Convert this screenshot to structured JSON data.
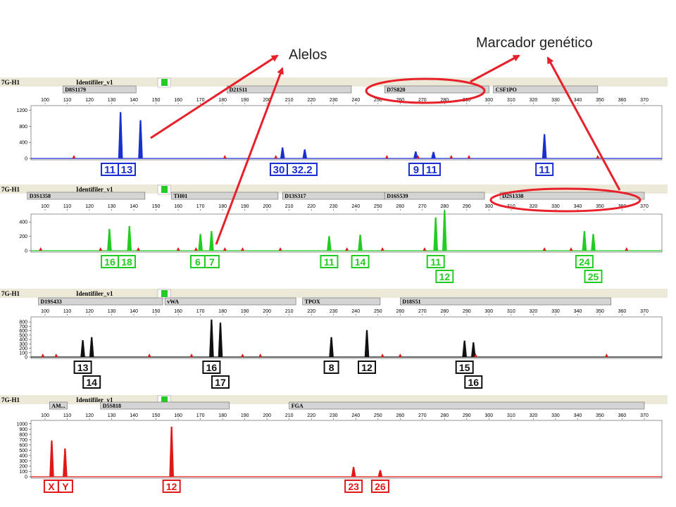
{
  "annotations": {
    "alleles_label": "Alelos",
    "marker_label": "Marcador genético",
    "arrow_color": "#e8202a"
  },
  "colors": {
    "blue": "#1a2fd0",
    "green": "#22cc22",
    "black": "#111111",
    "red": "#e01818",
    "header_band": "#ece9d8",
    "marker_box": "#d4d4d4",
    "status_square": "#22cc22"
  },
  "x_ticks": [
    100,
    110,
    120,
    130,
    140,
    150,
    160,
    170,
    180,
    190,
    200,
    210,
    220,
    230,
    240,
    250,
    260,
    270,
    280,
    290,
    300,
    310,
    320,
    330,
    340,
    350,
    360,
    370
  ],
  "chart_data": [
    {
      "type": "line",
      "panel_label": "7G-H1",
      "kit": "Identifiler_v1",
      "color": "blue",
      "xlim": [
        95,
        375
      ],
      "ylim": [
        0,
        1300
      ],
      "y_ticks": [
        0,
        400,
        800,
        1200
      ],
      "markers": [
        {
          "name": "D8S1179",
          "range": [
            108,
            141
          ]
        },
        {
          "name": "D21S11",
          "range": [
            182,
            238
          ]
        },
        {
          "name": "D7S820",
          "range": [
            253,
            300
          ]
        },
        {
          "name": "CSF1PO",
          "range": [
            302,
            349
          ]
        }
      ],
      "peaks": [
        {
          "x": 134,
          "y": 1150
        },
        {
          "x": 143,
          "y": 950
        },
        {
          "x": 207,
          "y": 270
        },
        {
          "x": 217,
          "y": 220
        },
        {
          "x": 267,
          "y": 170
        },
        {
          "x": 275,
          "y": 160
        },
        {
          "x": 325,
          "y": 600
        }
      ],
      "artifacts": [
        113,
        181,
        204,
        254,
        268,
        283,
        291,
        349
      ],
      "allele_groups": [
        {
          "x": 133,
          "row": 1,
          "labels": [
            "11",
            "13"
          ]
        },
        {
          "x": 212,
          "row": 1,
          "labels": [
            "30",
            "32.2"
          ]
        },
        {
          "x": 271,
          "row": 1,
          "labels": [
            "9",
            "11"
          ]
        },
        {
          "x": 325,
          "row": 1,
          "labels": [
            "11"
          ]
        }
      ]
    },
    {
      "type": "line",
      "panel_label": "7G-H1",
      "kit": "Identifiler_v1",
      "color": "green",
      "xlim": [
        95,
        375
      ],
      "ylim": [
        0,
        500
      ],
      "y_ticks": [
        0,
        200,
        400
      ],
      "markers": [
        {
          "name": "D3S1358",
          "range": [
            92,
            145
          ]
        },
        {
          "name": "TH01",
          "range": [
            157,
            205
          ]
        },
        {
          "name": "D13S317",
          "range": [
            207,
            253
          ]
        },
        {
          "name": "D16S539",
          "range": [
            253,
            298
          ]
        },
        {
          "name": "D2S1338",
          "range": [
            305,
            370
          ]
        }
      ],
      "peaks": [
        {
          "x": 129,
          "y": 300
        },
        {
          "x": 138,
          "y": 340
        },
        {
          "x": 170,
          "y": 230
        },
        {
          "x": 175,
          "y": 270
        },
        {
          "x": 228,
          "y": 200
        },
        {
          "x": 242,
          "y": 220
        },
        {
          "x": 276,
          "y": 460
        },
        {
          "x": 280,
          "y": 560
        },
        {
          "x": 343,
          "y": 270
        },
        {
          "x": 347,
          "y": 230
        }
      ],
      "artifacts": [
        98,
        125,
        142,
        160,
        168,
        181,
        189,
        206,
        236,
        252,
        271,
        325,
        337,
        362
      ],
      "allele_groups": [
        {
          "x": 133,
          "row": 1,
          "labels": [
            "16",
            "18"
          ]
        },
        {
          "x": 172,
          "row": 1,
          "labels": [
            "6",
            "7"
          ]
        },
        {
          "x": 228,
          "row": 1,
          "labels": [
            "11"
          ]
        },
        {
          "x": 242,
          "row": 1,
          "labels": [
            "14"
          ]
        },
        {
          "x": 276,
          "row": 1,
          "labels": [
            "11"
          ]
        },
        {
          "x": 280,
          "row": 2,
          "labels": [
            "12"
          ]
        },
        {
          "x": 343,
          "row": 1,
          "labels": [
            "24"
          ]
        },
        {
          "x": 347,
          "row": 2,
          "labels": [
            "25"
          ]
        }
      ]
    },
    {
      "type": "line",
      "panel_label": "7G-H1",
      "kit": "Identifiler_v1",
      "color": "black",
      "xlim": [
        95,
        375
      ],
      "ylim": [
        0,
        900
      ],
      "y_ticks": [
        0,
        100,
        200,
        300,
        400,
        500,
        600,
        700,
        800
      ],
      "markers": [
        {
          "name": "D19S433",
          "range": [
            97,
            153
          ]
        },
        {
          "name": "vWA",
          "range": [
            154,
            213
          ]
        },
        {
          "name": "TPOX",
          "range": [
            216,
            251
          ]
        },
        {
          "name": "D18S51",
          "range": [
            260,
            355
          ]
        }
      ],
      "peaks": [
        {
          "x": 117,
          "y": 380
        },
        {
          "x": 121,
          "y": 450
        },
        {
          "x": 175,
          "y": 850
        },
        {
          "x": 179,
          "y": 780
        },
        {
          "x": 229,
          "y": 450
        },
        {
          "x": 245,
          "y": 610
        },
        {
          "x": 289,
          "y": 370
        },
        {
          "x": 293,
          "y": 330
        }
      ],
      "artifacts": [
        99,
        105,
        147,
        166,
        189,
        197,
        252,
        260,
        294,
        353
      ],
      "allele_groups": [
        {
          "x": 117,
          "row": 1,
          "labels": [
            "13"
          ]
        },
        {
          "x": 121,
          "row": 2,
          "labels": [
            "14"
          ]
        },
        {
          "x": 175,
          "row": 1,
          "labels": [
            "16"
          ]
        },
        {
          "x": 179,
          "row": 2,
          "labels": [
            "17"
          ]
        },
        {
          "x": 229,
          "row": 1,
          "labels": [
            "8"
          ]
        },
        {
          "x": 245,
          "row": 1,
          "labels": [
            "12"
          ]
        },
        {
          "x": 289,
          "row": 1,
          "labels": [
            "15"
          ]
        },
        {
          "x": 293,
          "row": 2,
          "labels": [
            "16"
          ]
        }
      ]
    },
    {
      "type": "line",
      "panel_label": "7G-H1",
      "kit": "Identifiler_v1",
      "color": "red",
      "xlim": [
        95,
        375
      ],
      "ylim": [
        0,
        1050
      ],
      "y_ticks": [
        0,
        100,
        200,
        300,
        400,
        500,
        600,
        700,
        800,
        900,
        1000
      ],
      "markers": [
        {
          "name": "AM...",
          "range": [
            102,
            110
          ]
        },
        {
          "name": "D5S818",
          "range": [
            125,
            183
          ]
        },
        {
          "name": "FGA",
          "range": [
            210,
            370
          ]
        }
      ],
      "peaks": [
        {
          "x": 103,
          "y": 680
        },
        {
          "x": 109,
          "y": 530
        },
        {
          "x": 157,
          "y": 940
        },
        {
          "x": 239,
          "y": 180
        },
        {
          "x": 251,
          "y": 120
        }
      ],
      "artifacts": [],
      "allele_groups": [
        {
          "x": 106,
          "row": 1,
          "labels": [
            "X",
            "Y"
          ]
        },
        {
          "x": 157,
          "row": 1,
          "labels": [
            "12"
          ]
        },
        {
          "x": 239,
          "row": 1,
          "labels": [
            "23"
          ]
        },
        {
          "x": 251,
          "row": 1,
          "labels": [
            "26"
          ]
        }
      ]
    }
  ]
}
